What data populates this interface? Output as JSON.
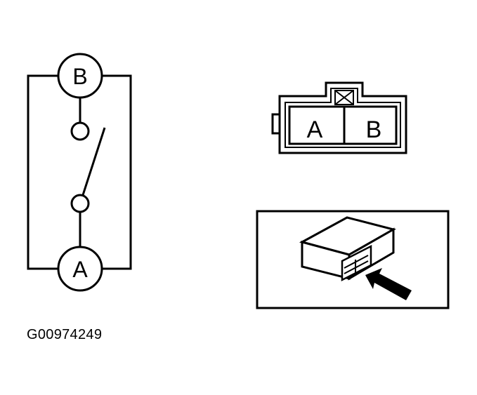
{
  "figure_id": "G00974249",
  "switch_schematic": {
    "terminal_top": "B",
    "terminal_bottom": "A"
  },
  "connector_face": {
    "pin_left": "A",
    "pin_right": "B"
  },
  "colors": {
    "ink": "#000000",
    "background": "#ffffff"
  }
}
